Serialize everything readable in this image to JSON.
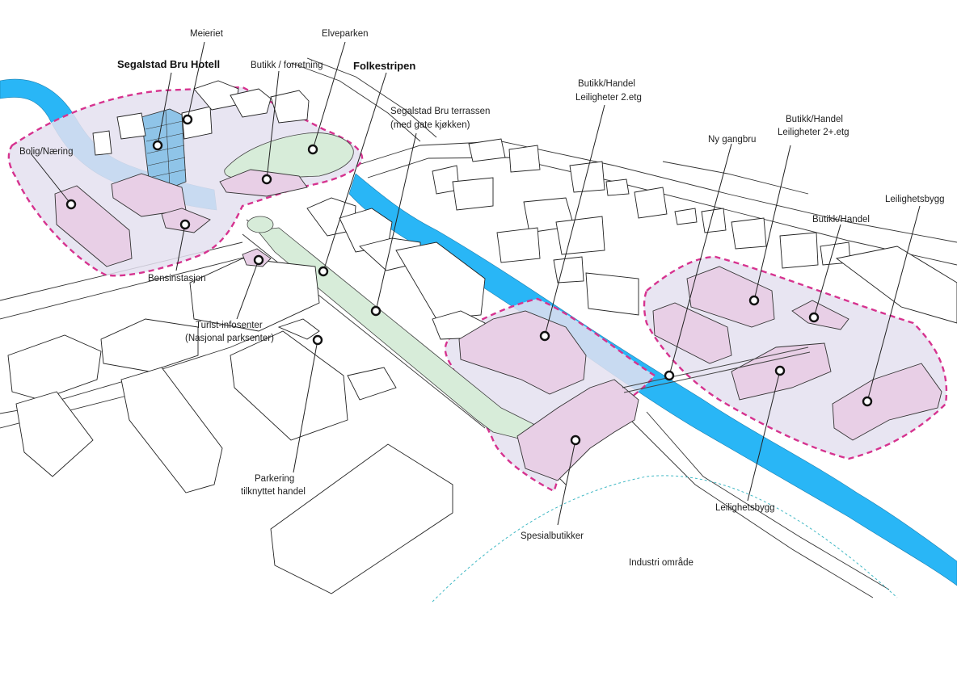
{
  "labels": {
    "meieriet": "Meieriet",
    "elveparken": "Elveparken",
    "hotell": "Segalstad Bru Hotell",
    "butikk_forretning": "Butikk / forretning",
    "folkestripen": "Folkestripen",
    "terrassen_1": "Segalstad Bru terrassen",
    "terrassen_2": "(med gate kjøkken)",
    "bolig": "Bolig/Næring",
    "bensin": "Bensinstasjon",
    "turist_1": "Turist-infosenter",
    "turist_2": "(Nasjonal parksenter)",
    "parkering_1": "Parkering",
    "parkering_2": "tilknyttet handel",
    "butikk1_1": "Butikk/Handel",
    "butikk1_2": "Leiligheter 2.etg",
    "ny_gangbru": "Ny gangbru",
    "butikk2_1": "Butikk/Handel",
    "butikk2_2": "Leiligheter 2+.etg",
    "leilighetsbygg_top": "Leilighetsbygg",
    "butikk3": "Butikk/Handel",
    "spesial": "Spesialbutikker",
    "leilighetsbygg_bottom": "Leilighetsbygg",
    "industri": "Industri område"
  },
  "colors": {
    "river": "#29b6f6",
    "zone_stroke": "#d6338f",
    "zone_fill": "#e4e1f0",
    "pink_building": "#e8cfe6",
    "park_green": "#d7ecd9",
    "hotel_blue": "#8fc4e8"
  }
}
